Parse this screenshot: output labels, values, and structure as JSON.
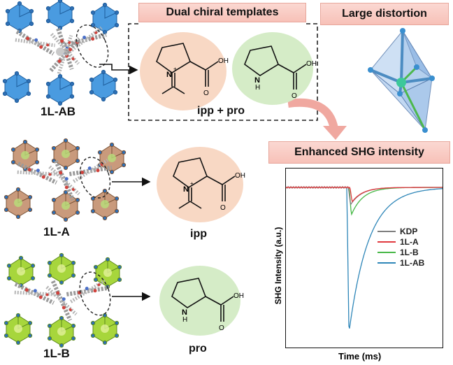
{
  "banners": {
    "dual_chiral": "Dual chiral templates",
    "large_distortion": "Large distortion",
    "enhanced_shg": "Enhanced SHG intensity"
  },
  "structures": {
    "ab": "1L-AB",
    "a": "1L-A",
    "b": "1L-B"
  },
  "molecules": {
    "ipp_pro_caption": "ipp + pro",
    "ipp_caption": "ipp",
    "pro_caption": "pro",
    "oh": "OH",
    "o": "O",
    "n": "N",
    "nplus": "N",
    "plus": "+",
    "h": "H"
  },
  "chart": {
    "ylabel": "SHG Intensity (a.u.)",
    "xlabel": "Time (ms)"
  },
  "chart_data": {
    "type": "line",
    "xlabel": "Time (ms)",
    "ylabel": "SHG Intensity (a.u.)",
    "series": [
      {
        "name": "KDP",
        "color": "#7f7f7f",
        "depth": 0.12,
        "t0": 0.4
      },
      {
        "name": "1L-A",
        "color": "#e0393e",
        "depth": 0.1,
        "t0": 0.41
      },
      {
        "name": "1L-B",
        "color": "#47b847",
        "depth": 0.19,
        "t0": 0.405
      },
      {
        "name": "1L-AB",
        "color": "#2e86b8",
        "depth": 1.0,
        "t0": 0.39
      }
    ]
  },
  "colors": {
    "banner": "#f7c1b8",
    "peach": "#f8d8c4",
    "mint": "#d5ecc7",
    "blue_poly": "#3d8fd1",
    "brown_poly": "#b8876a",
    "green_poly": "#9ccf3e"
  }
}
